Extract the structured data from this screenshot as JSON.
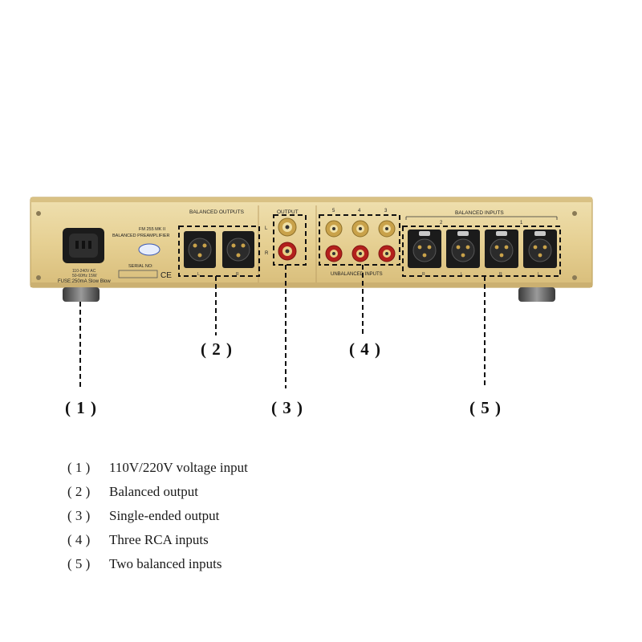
{
  "device": {
    "model": "FM 255 MK II",
    "subtitle": "BALANCED PREAMPLIFIER",
    "serial_label": "SERIAL NO:",
    "power_spec_1": "110-240V  AC",
    "power_spec_2": "50-60Hz  15W",
    "fuse_label": "FUSE:250mA Slow Blow",
    "ce_mark": "CE",
    "balanced_outputs_label": "BALANCED OUTPUTS",
    "balanced_output_channels": [
      "L",
      "R"
    ],
    "output_label": "OUTPUT",
    "output_channels": [
      "L",
      "R"
    ],
    "rca_input_numbers": [
      "5",
      "4",
      "3"
    ],
    "unbalanced_inputs_label": "UNBALANCED INPUTS",
    "balanced_inputs_label": "BALANCED INPUTS",
    "balanced_input_group_numbers": [
      "2",
      "1"
    ],
    "balanced_input_channels": [
      "R",
      "L",
      "R",
      "L"
    ]
  },
  "callouts": {
    "c1": "( 1 )",
    "c2": "( 2 )",
    "c3": "( 3 )",
    "c4": "( 4 )",
    "c5": "( 5 )"
  },
  "legend": [
    {
      "number": "( 1 )",
      "text": "110V/220V voltage input"
    },
    {
      "number": "( 2 )",
      "text": "Balanced output"
    },
    {
      "number": "( 3 )",
      "text": "Single-ended output"
    },
    {
      "number": "( 4 )",
      "text": "Three RCA inputs"
    },
    {
      "number": "( 5 )",
      "text": "Two balanced inputs"
    }
  ],
  "colors": {
    "panel": "#e7d29a",
    "panel_edge": "#c9ad6b",
    "connector_dark": "#1b1b1b",
    "rca_gold": "#c9a24a",
    "rca_red": "#b3201c",
    "dashed": "#111111"
  }
}
